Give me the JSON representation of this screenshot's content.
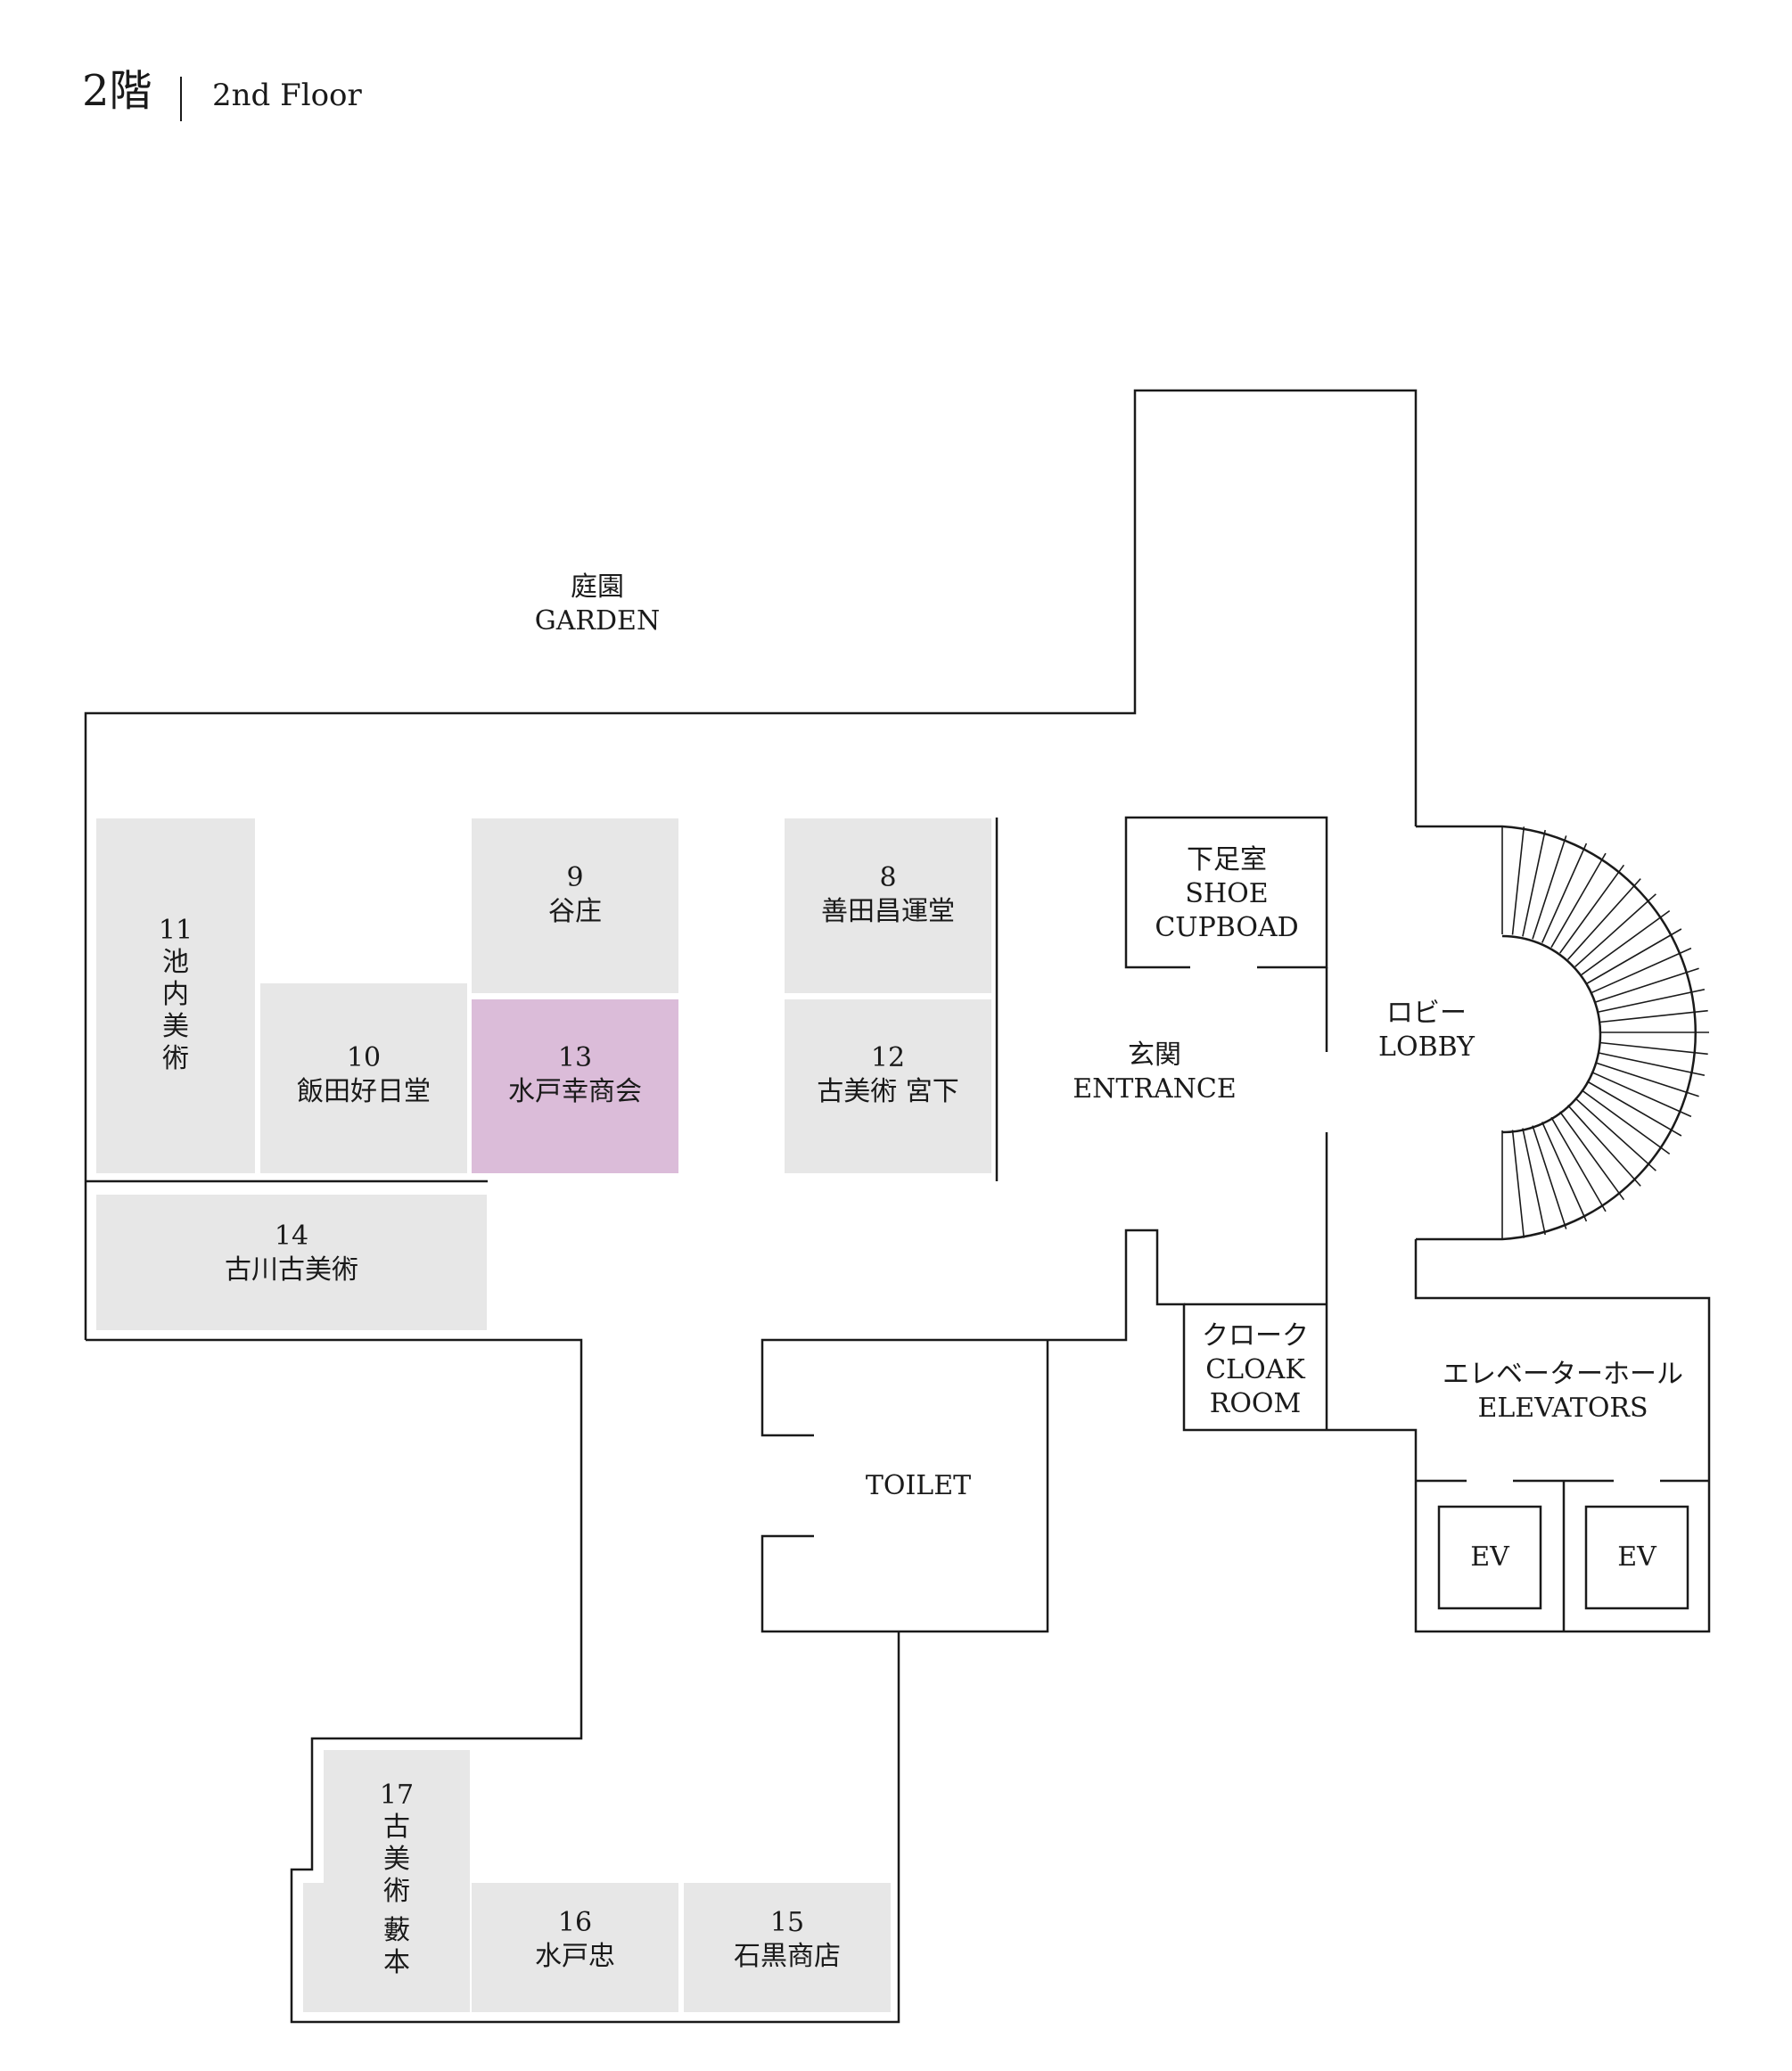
{
  "header": {
    "floor_ja": "2階",
    "floor_en": "2nd Floor"
  },
  "areas": {
    "garden": {
      "ja": "庭園",
      "en": "GARDEN"
    },
    "entrance": {
      "ja": "玄関",
      "en": "ENTRANCE"
    },
    "lobby": {
      "ja": "ロビー",
      "en": "LOBBY"
    },
    "shoe": {
      "ja": "下足室",
      "en1": "SHOE",
      "en2": "CUPBOAD"
    },
    "cloak": {
      "ja": "クローク",
      "en1": "CLOAK",
      "en2": "ROOM"
    },
    "elevators": {
      "ja": "エレベーターホール",
      "en": "ELEVATORS"
    },
    "toilet": "TOILET",
    "ev1": "EV",
    "ev2": "EV"
  },
  "booths": {
    "b8": {
      "num": "8",
      "name": "善田昌運堂"
    },
    "b9": {
      "num": "9",
      "name": "谷庄"
    },
    "b10": {
      "num": "10",
      "name": "飯田好日堂"
    },
    "b11": {
      "num": "11",
      "name": "池内美術"
    },
    "b12": {
      "num": "12",
      "name": "古美術 宮下"
    },
    "b13": {
      "num": "13",
      "name": "水戸幸商会"
    },
    "b14": {
      "num": "14",
      "name": "古川古美術"
    },
    "b15": {
      "num": "15",
      "name": "石黒商店"
    },
    "b16": {
      "num": "16",
      "name": "水戸忠"
    },
    "b17": {
      "num": "17",
      "name1": "古美術",
      "name2": "藪本"
    }
  },
  "colors": {
    "booth": "#e7e7e7",
    "highlight": "#dbbcd9",
    "line": "#1a1a1a"
  }
}
